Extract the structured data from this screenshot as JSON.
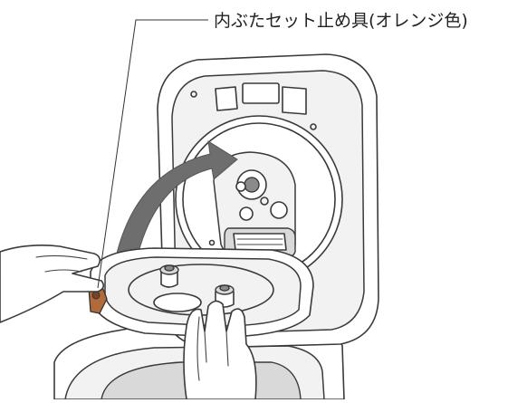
{
  "callout": {
    "label": "内ぶたセット止め具(オレンジ色)"
  },
  "colors": {
    "line": "#3a3a3a",
    "arrow": "#6e6e6e",
    "highlight_clip": "#b36a3a"
  },
  "icons": [
    "curved-arrow",
    "down-arrow-mark"
  ]
}
